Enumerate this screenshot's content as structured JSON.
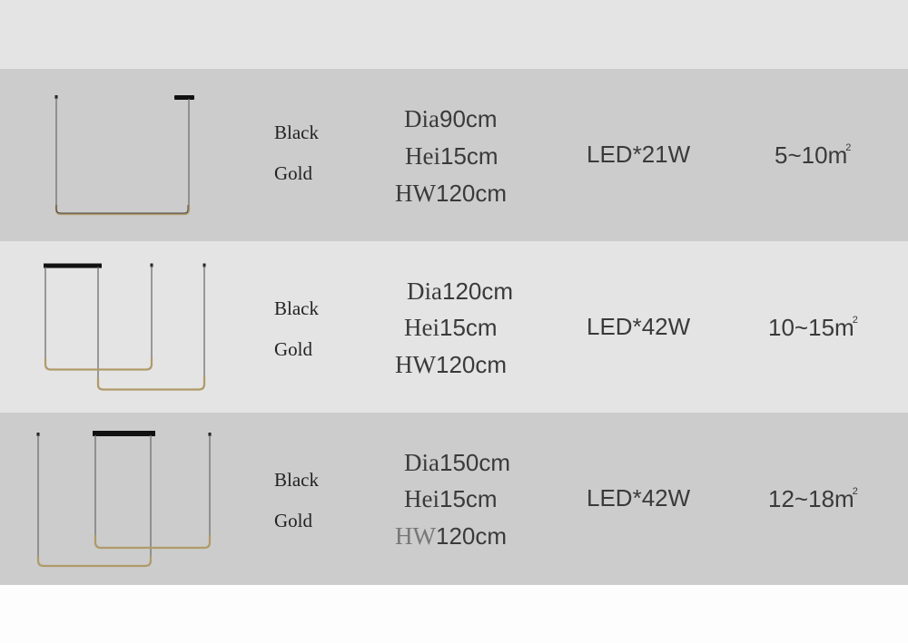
{
  "colors": {
    "background": "#fdfdfd",
    "band_light": "#e4e4e4",
    "band_dark": "#cccccc",
    "text": "#3a3a3a",
    "gold": "#b09a6a",
    "rod": "#555555"
  },
  "rows": [
    {
      "finish": [
        "Black",
        "Gold"
      ],
      "dims": [
        {
          "label": "Dia",
          "value": "90cm"
        },
        {
          "label": "Hei",
          "value": "15cm"
        },
        {
          "label": "HW",
          "value": "120cm"
        }
      ],
      "power": "LED*21W",
      "area": "5~10m",
      "area_unit_sup": "2"
    },
    {
      "finish": [
        "Black",
        "Gold"
      ],
      "dims": [
        {
          "label": "Dia",
          "value": "120cm"
        },
        {
          "label": "Hei",
          "value": "15cm"
        },
        {
          "label": "HW",
          "value": "120cm"
        }
      ],
      "power": "LED*42W",
      "area": "10~15m",
      "area_unit_sup": "2"
    },
    {
      "finish": [
        "Black",
        "Gold"
      ],
      "dims": [
        {
          "label": "Dia",
          "value": "150cm"
        },
        {
          "label": "Hei",
          "value": "15cm"
        },
        {
          "label": "HW",
          "value": "120cm"
        }
      ],
      "power": "LED*42W",
      "area": "12~18m",
      "area_unit_sup": "2"
    }
  ]
}
